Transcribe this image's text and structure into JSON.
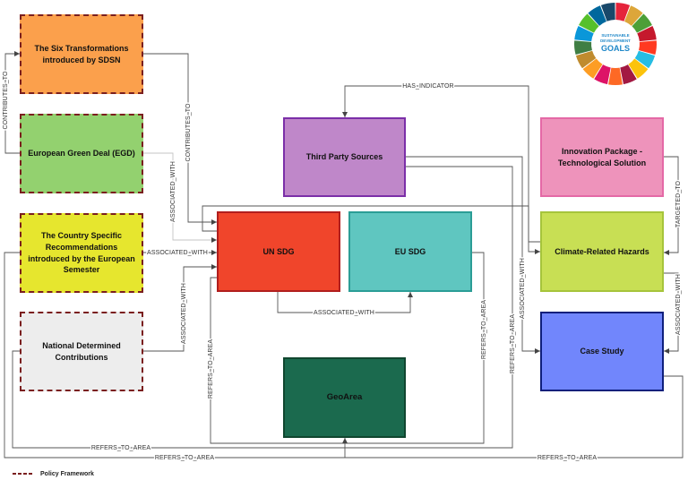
{
  "nodes": {
    "six_transformations": "The Six Transformations introduced by SDSN",
    "green_deal": "European Green Deal (EGD)",
    "country_recommendations": "The Country Specific Recommendations introduced by the European Semester",
    "ndc": "National Determined Contributions",
    "third_party": "Third Party Sources",
    "un_sdg": "UN SDG",
    "eu_sdg": "EU SDG",
    "geoarea": "GeoArea",
    "innovation": "Innovation Package - Technological Solution",
    "climate_hazards": "Climate-Related Hazards",
    "case_study": "Case Study"
  },
  "node_colors": {
    "six_transformations": "#fba04c",
    "green_deal": "#93d16f",
    "country_recommendations": "#e6e62e",
    "ndc": "#ededed",
    "third_party": "#bf87c9",
    "un_sdg": "#f0452b",
    "eu_sdg": "#5fc6c0",
    "geoarea": "#1b6a4e",
    "innovation": "#ee93bb",
    "climate_hazards": "#c8df54",
    "case_study": "#7186fc",
    "policy_border": "#7a1f1f"
  },
  "edges": [
    {
      "label": "CONTRIBUTES_TO"
    },
    {
      "label": "CONTRIBUTES_TO"
    },
    {
      "label": "ASSOCIATED_WITH"
    },
    {
      "label": "ASSOCIATED_WITH"
    },
    {
      "label": "ASSOCIATED_WITH"
    },
    {
      "label": "ASSOCIATED_WITH"
    },
    {
      "label": "HAS_INDICATOR"
    },
    {
      "label": "ASSOCIATED_WITH"
    },
    {
      "label": "REFERS_TO_AREA"
    },
    {
      "label": "REFERS_TO_AREA"
    },
    {
      "label": "REFERS_TO_AREA"
    },
    {
      "label": "TARGETED_TO"
    },
    {
      "label": "ASSOCIATED_WITH"
    },
    {
      "label": "REFERS_TO_AREA"
    },
    {
      "label": "REFERS_TO_AREA"
    },
    {
      "label": "REFERS_TO_AREA"
    }
  ],
  "legend": {
    "policy_framework": "Policy Framework"
  },
  "sdg_logo": {
    "line1": "SUSTAINABLE",
    "line2": "DEVELOPMENT",
    "line3": "GOALS",
    "text_color": "#1e87c8",
    "wedge_colors": [
      "#e5243b",
      "#dda63a",
      "#4c9f38",
      "#c5192d",
      "#ff3a21",
      "#26bde2",
      "#fcc30b",
      "#a21942",
      "#fd6925",
      "#dd1367",
      "#fd9d24",
      "#bf8b2e",
      "#3f7e44",
      "#0a97d9",
      "#56c02b",
      "#00689d",
      "#19486a"
    ]
  }
}
